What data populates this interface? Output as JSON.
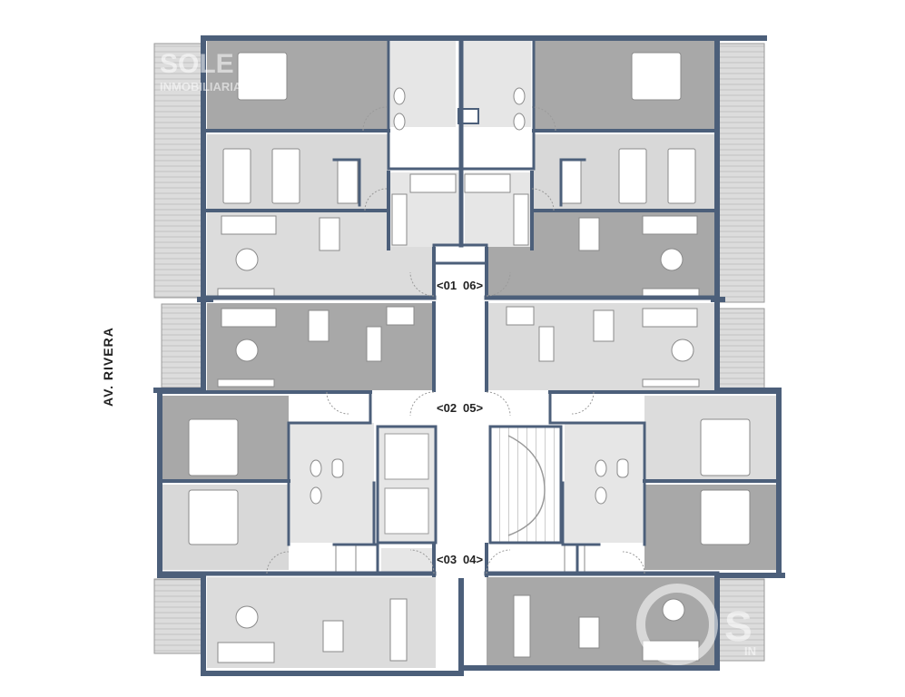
{
  "plan": {
    "street": "AV. RIVERA",
    "units": {
      "u01": "<01",
      "u06": "06>",
      "u02": "<02",
      "u05": "05>",
      "u03": "<03",
      "u04": "04>"
    },
    "watermark": {
      "top_line1": "SOLE",
      "top_line2": "INMOBILIARIA",
      "bottom_line1": "S",
      "bottom_line2": "IN"
    }
  },
  "colors": {
    "wall": "#4c5f7a",
    "floor_dark": "#a8a8a8",
    "floor_mid": "#cbcbcb",
    "floor_light": "#e4e4e4",
    "corridor": "#ffffff",
    "terrace": "#dcdcdc",
    "furniture": "#ffffff",
    "line": "#8a8a8a"
  }
}
